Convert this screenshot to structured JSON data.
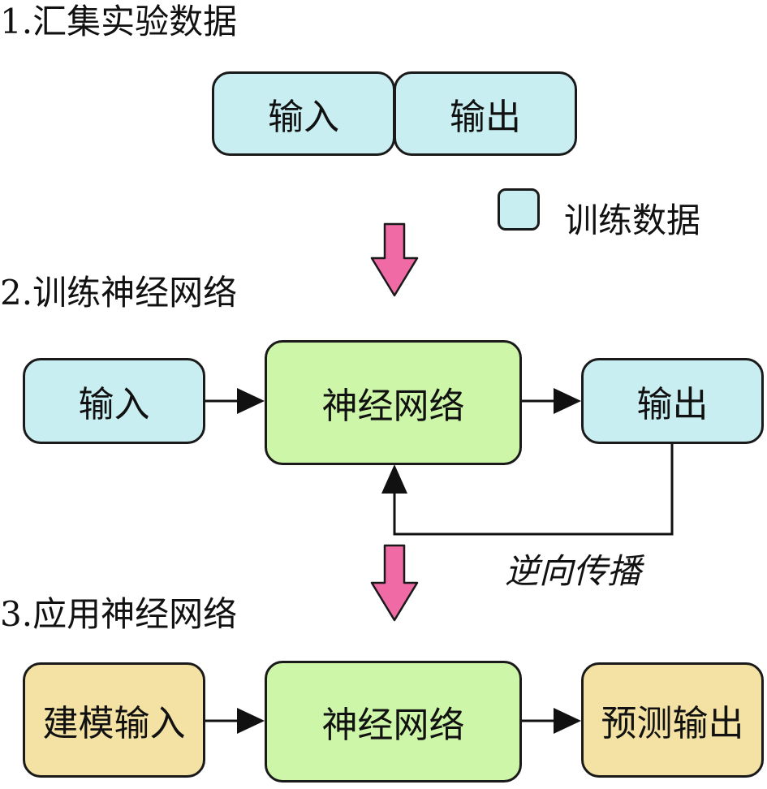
{
  "step1": {
    "number": "1.",
    "title": "汇集实验数据",
    "input": "输入",
    "output": "输出"
  },
  "legend": {
    "label": "训练数据",
    "color": "#c8eef2"
  },
  "step2": {
    "number": "2.",
    "title": "训练神经网络",
    "input": "输入",
    "network": "神经网络",
    "output": "输出",
    "feedback": "逆向传播"
  },
  "step3": {
    "number": "3.",
    "title": "应用神经网络",
    "input": "建模输入",
    "network": "神经网络",
    "output": "预测输出"
  },
  "colors": {
    "data_box": "#c8eef2",
    "network_box": "#cdf6a9",
    "model_box": "#f3e2a4",
    "step_arrow": "#f06aa6"
  }
}
